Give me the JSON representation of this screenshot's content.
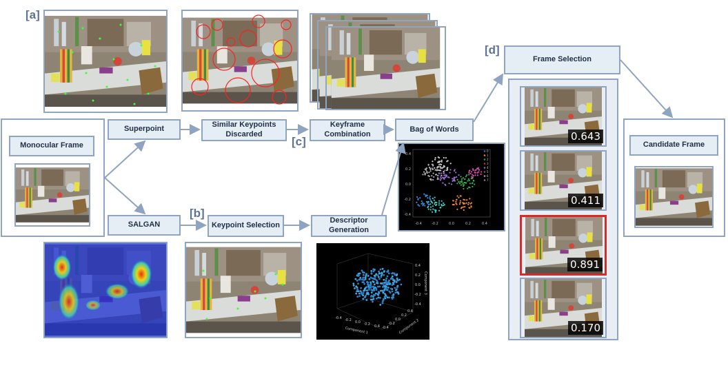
{
  "labels": {
    "a": "[a]",
    "b": "[b]",
    "c": "[c]",
    "d": "[d]"
  },
  "nodes": {
    "monocular_frame": "Monocular Frame",
    "superpoint": "Superpoint",
    "similar_keypoints": "Similar Keypoints Discarded",
    "keyframe_combination": "Keyframe Combination",
    "bag_of_words": "Bag of Words",
    "salgan": "SALGAN",
    "keypoint_selection": "Keypoint Selection",
    "descriptor_generation": "Descriptor Generation",
    "frame_selection": "Frame Selection",
    "candidate_frame": "Candidate Frame"
  },
  "candidates": [
    {
      "score": "0.643",
      "selected": false
    },
    {
      "score": "0.411",
      "selected": false
    },
    {
      "score": "0.891",
      "selected": true
    },
    {
      "score": "0.170",
      "selected": false
    }
  ],
  "scatter2d": {
    "x_ticks": [
      "-0.4",
      "-0.2",
      "0.0",
      "0.2",
      "0.4"
    ],
    "y_ticks": [
      "0.4",
      "0.2",
      "0.0",
      "-0.2",
      "-0.4"
    ],
    "legend": [
      "0",
      "1",
      "2",
      "3",
      "4",
      "5",
      "6",
      "7"
    ],
    "colors": [
      "#1f77b4",
      "#ff7f0e",
      "#2ca02c",
      "#d62728",
      "#9467bd",
      "#8c564b",
      "#e377c2",
      "#7f7f7f"
    ]
  },
  "scatter3d": {
    "x_label": "Component 1",
    "y_label": "Component 2",
    "z_label": "Component 3",
    "x_ticks": [
      "-0.4",
      "-0.2",
      "0.0",
      "0.2",
      "0.4"
    ],
    "y_ticks": [
      "-0.4",
      "-0.2",
      "0.0",
      "0.2",
      "0.4"
    ],
    "z_ticks": [
      "0.4",
      "0.2",
      "0.0",
      "-0.2",
      "-0.4"
    ]
  }
}
